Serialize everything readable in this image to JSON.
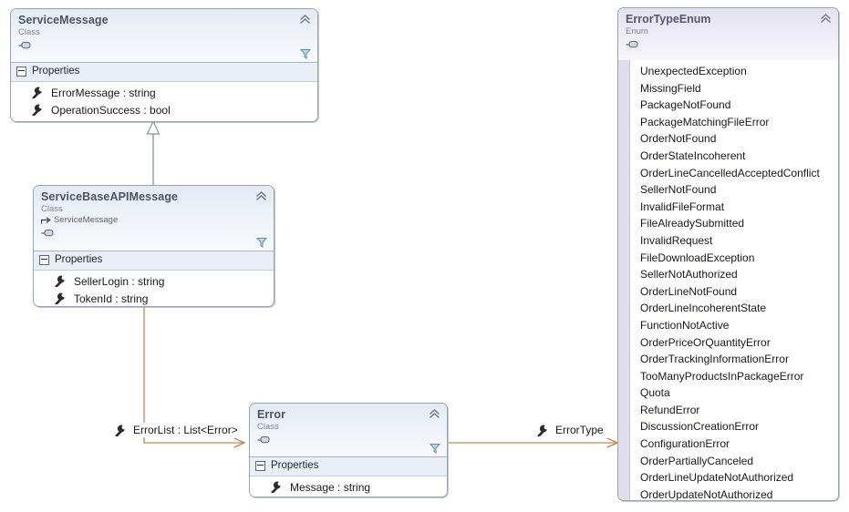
{
  "diagram": {
    "type": "uml-class-diagram",
    "title": "ServiceMessage / ErrorTypeEnum class diagram",
    "background": "#ffffff",
    "connector_color": "#c8865a",
    "inheritance_color": "#7b8592"
  },
  "classes": [
    {
      "id": "service-message",
      "name": "ServiceMessage",
      "stereotype": "Class",
      "base": null,
      "compartment_label": "Properties",
      "members": [
        "ErrorMessage : string",
        "OperationSuccess : bool"
      ],
      "icons": {
        "collapse": "chevron-up-icon",
        "filter": "funnel-icon",
        "interface": "lollipop-icon"
      }
    },
    {
      "id": "service-base-api-message",
      "name": "ServiceBaseAPIMessage",
      "stereotype": "Class",
      "base": "ServiceMessage",
      "compartment_label": "Properties",
      "members": [
        "SellerLogin : string",
        "TokenId : string"
      ],
      "icons": {
        "collapse": "chevron-up-icon",
        "filter": "funnel-icon",
        "interface": "lollipop-icon",
        "base": "inheritance-arrow-icon"
      }
    },
    {
      "id": "error",
      "name": "Error",
      "stereotype": "Class",
      "base": null,
      "compartment_label": "Properties",
      "members": [
        "Message : string"
      ],
      "icons": {
        "collapse": "chevron-up-icon",
        "filter": "funnel-icon",
        "interface": "lollipop-icon"
      }
    }
  ],
  "enum": {
    "id": "error-type-enum",
    "name": "ErrorTypeEnum",
    "stereotype": "Enum",
    "icons": {
      "collapse": "chevron-up-icon",
      "interface": "lollipop-icon"
    },
    "values": [
      "UnexpectedException",
      "MissingField",
      "PackageNotFound",
      "PackageMatchingFileError",
      "OrderNotFound",
      "OrderStateIncoherent",
      "OrderLineCancelledAcceptedConflict",
      "SellerNotFound",
      "InvalidFileFormat",
      "FileAlreadySubmitted",
      "InvalidRequest",
      "FileDownloadException",
      "SellerNotAuthorized",
      "OrderLineNotFound",
      "OrderLineIncoherentState",
      "FunctionNotActive",
      "OrderPriceOrQuantityError",
      "OrderTrackingInformationError",
      "TooManyProductsInPackageError",
      "Quota",
      "RefundError",
      "DiscussionCreationError",
      "ConfigurationError",
      "OrderPartiallyCanceled",
      "OrderLineUpdateNotAuthorized",
      "OrderUpdateNotAuthorized"
    ]
  },
  "associations": [
    {
      "id": "error-list",
      "label": "ErrorList : List<Error>",
      "from": "service-base-api-message",
      "to": "error",
      "icon": "wrench-icon"
    },
    {
      "id": "error-type",
      "label": "ErrorType",
      "from": "error",
      "to": "error-type-enum",
      "icon": "wrench-icon"
    }
  ],
  "inheritance": [
    {
      "id": "servicebaseapimessage-extends-servicemessage",
      "from": "service-base-api-message",
      "to": "service-message"
    }
  ]
}
